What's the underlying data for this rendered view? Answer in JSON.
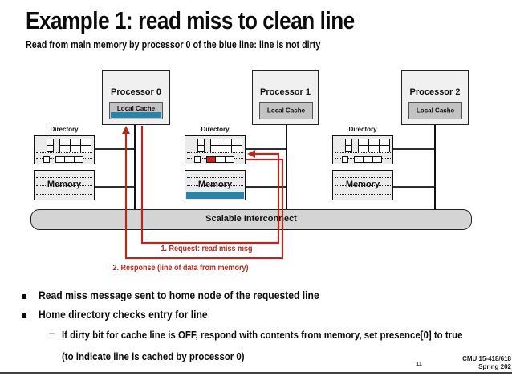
{
  "slide": {
    "title": "Example 1: read miss to clean line",
    "subtitle": "Read from main memory by processor 0 of the blue line: line is not dirty"
  },
  "diagram": {
    "nodes": [
      {
        "processor_label": "Processor 0",
        "cache_label": "Local Cache",
        "directory_label": "Directory",
        "memory_label": "Memory",
        "cache_contains_blue_line": true,
        "memory_contains_blue_line": false,
        "directory_entry_highlighted": false
      },
      {
        "processor_label": "Processor 1",
        "cache_label": "Local Cache",
        "directory_label": "Directory",
        "memory_label": "Memory",
        "cache_contains_blue_line": false,
        "memory_contains_blue_line": true,
        "directory_entry_highlighted": true
      },
      {
        "processor_label": "Processor 2",
        "cache_label": "Local Cache",
        "directory_label": "Directory",
        "memory_label": "Memory",
        "cache_contains_blue_line": false,
        "memory_contains_blue_line": false,
        "directory_entry_highlighted": false
      }
    ],
    "interconnect_label": "Scalable Interconnect",
    "annotations": {
      "request": "1. Request: read miss msg",
      "response": "2. Response (line of data from memory)"
    },
    "dots": "···",
    "colors": {
      "blue_line": "#2b84a8",
      "arrow_red": "#b32b20",
      "highlight_cell_red": "#cc2018"
    }
  },
  "bullets": {
    "item1": "Read miss message sent to home node of the requested line",
    "item2": "Home directory checks entry for line",
    "dash": "–",
    "sub_line1": "If dirty bit for cache line is OFF, respond with contents from memory, set presence[0] to true",
    "sub_line2": "(to indicate line is cached by processor 0)"
  },
  "footer": {
    "page_number": "11",
    "course": "CMU 15-418/618",
    "term": "Spring 202"
  }
}
